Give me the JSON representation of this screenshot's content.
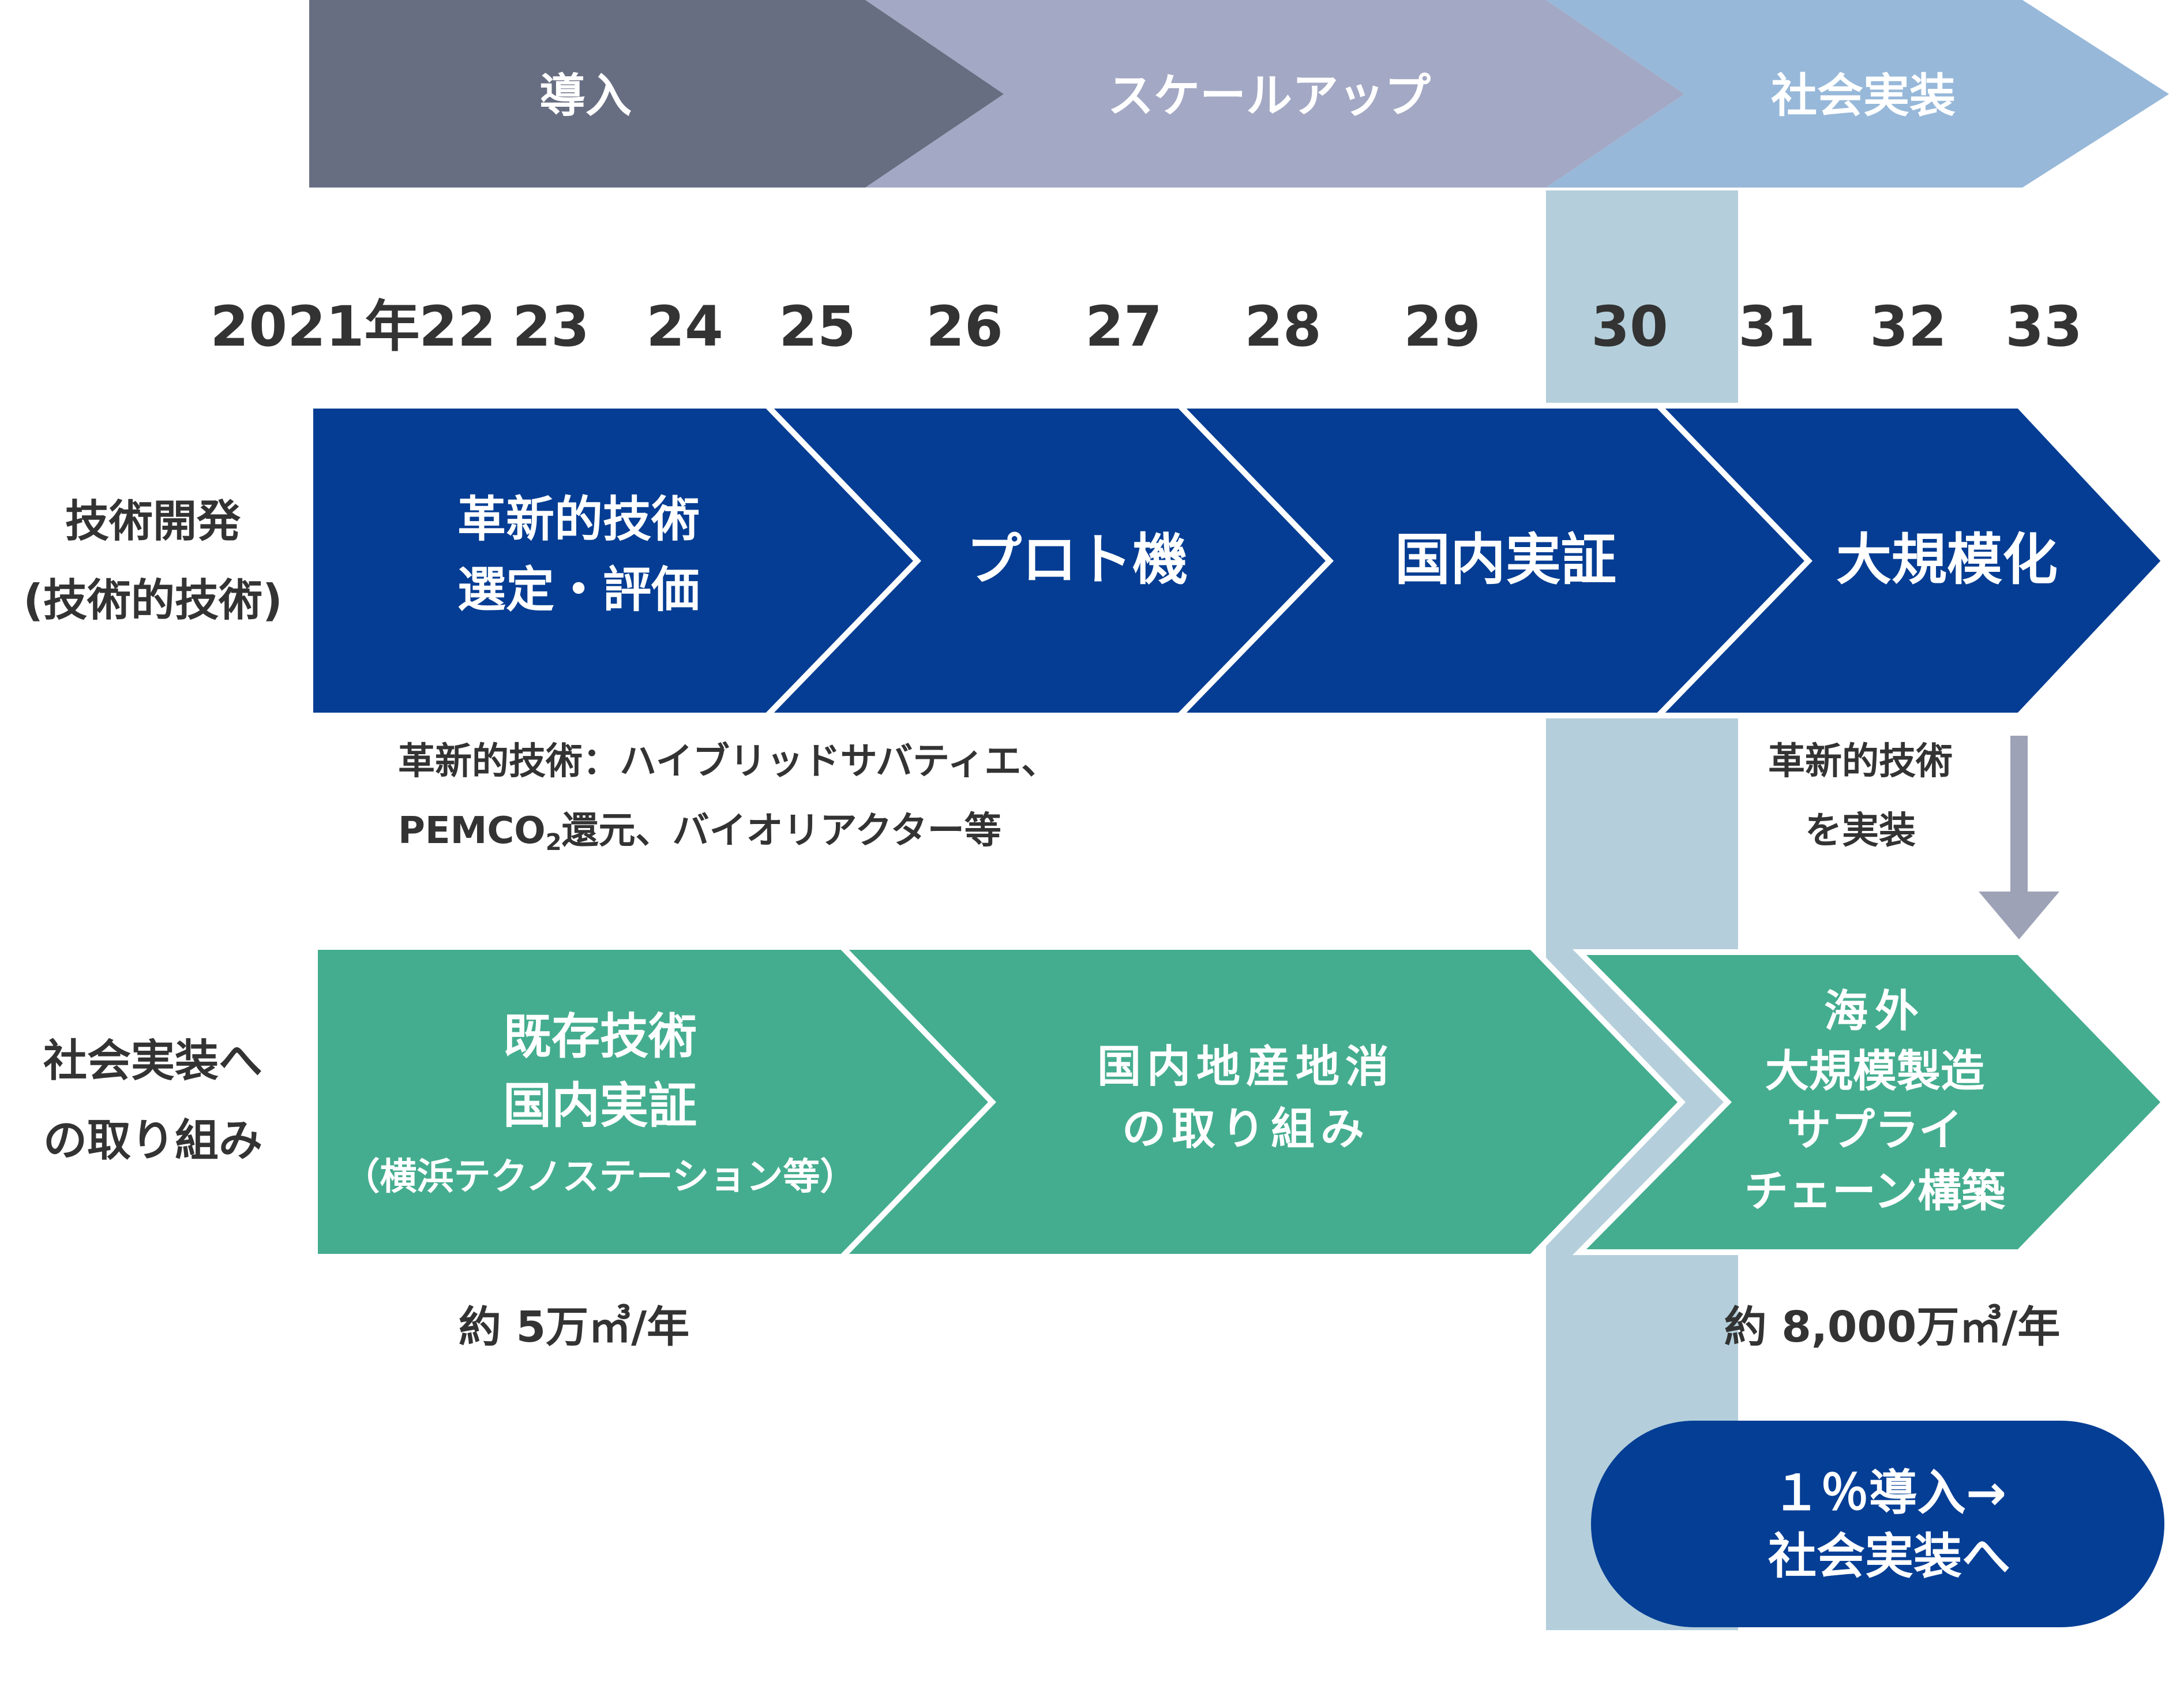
{
  "colors": {
    "phase_intro": "#686E82",
    "phase_scaleup": "#A3A8C4",
    "phase_deploy": "#97B8D9",
    "highlight_band": "#B4CFDB",
    "tech_chevron": "#043D93",
    "social_chevron": "#45AD8F",
    "down_arrow": "#9EA2B7",
    "pill": "#053E95",
    "text_dark": "#333333"
  },
  "phases": {
    "intro": "導入",
    "scaleup": "スケールアップ",
    "deploy": "社会実装"
  },
  "years": [
    "2021年",
    "22",
    "23",
    "24",
    "25",
    "26",
    "27",
    "28",
    "29",
    "30",
    "31",
    "32",
    "33"
  ],
  "rows": {
    "tech_label_line1": "技術開発",
    "tech_label_line2": "(技術的技術)",
    "social_label_line1": "社会実装へ",
    "social_label_line2": "の取り組み"
  },
  "tech_steps": {
    "step1_line1": "革新的技術",
    "step1_line2": "選定・評価",
    "step2": "プロト機",
    "step3": "国内実証",
    "step4": "大規模化"
  },
  "tech_notes": {
    "note_line1": "革新的技術：ハイブリッドサバティエ、",
    "note_line2_pre": "PEMCO",
    "note_line2_sub": "2",
    "note_line2_post": "還元、バイオリアクター等",
    "right_line1": "革新的技術",
    "right_line2": "を実装"
  },
  "social_steps": {
    "step1_line1": "既存技術",
    "step1_line2": "国内実証",
    "step1_line3": "（横浜テクノステーション等）",
    "step2_line1": "国内地産地消",
    "step2_line2": "の取り組み",
    "step3_line1": "海外",
    "step3_line2": "大規模製造",
    "step3_line3": "サプライ",
    "step3_line4": "チェーン構築"
  },
  "volumes": {
    "left": "約 5万㎥/年",
    "right": "約 8,000万㎥/年"
  },
  "goal_pill": {
    "line1": "１％導入→",
    "line2": "社会実装へ"
  }
}
